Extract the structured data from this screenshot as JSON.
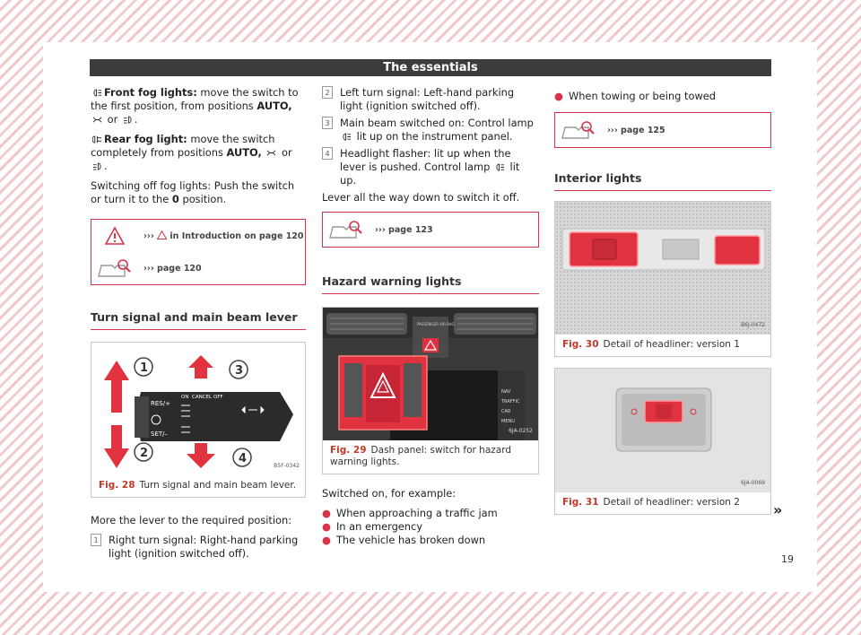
{
  "header": {
    "title": "The essentials"
  },
  "col1": {
    "front_fog_label": "Front fog lights:",
    "front_fog_text_a": " move the switch to the first position, from positions ",
    "front_fog_auto": "AUTO,",
    "front_fog_text_b": " or ",
    "front_fog_text_c": ".",
    "rear_fog_label": "Rear fog light:",
    "rear_fog_text_a": " move the switch completely from positions ",
    "rear_fog_auto": "AUTO,",
    "rear_fog_text_b": " or ",
    "rear_fog_text_c": ".",
    "switch_off_a": "Switching off fog lights: Push the switch or turn it to the ",
    "switch_off_zero": "0",
    "switch_off_b": " position.",
    "warn_ref_a": "›››",
    "warn_ref_b": " in Introduction on page 120",
    "book_ref": "››› page 120",
    "section_title": "Turn signal and main beam lever",
    "fig_num": "Fig. 28",
    "fig_caption": "Turn signal and main beam lever.",
    "fig_code": "B5F-0342",
    "lever_labels": {
      "res": "RES/+",
      "on": "ON",
      "cancel": "CANCEL",
      "off": "OFF",
      "set": "SET/–",
      "one": "1",
      "two": "2",
      "three": "3",
      "four": "4"
    },
    "intro": "More the lever to the required position:",
    "item1_num": "1",
    "item1_text": "Right turn signal: Right-hand parking light (ignition switched off)."
  },
  "col2": {
    "item2_num": "2",
    "item2_text": "Left turn signal: Left-hand parking light (ignition switched off).",
    "item3_num": "3",
    "item3_text_a": "Main beam switched on: Control lamp ",
    "item3_text_b": " lit up on the instrument panel.",
    "item4_num": "4",
    "item4_text_a": "Headlight flasher: lit up when the lever is pushed. Control lamp ",
    "item4_text_b": " lit up.",
    "lever_down": "Lever all the way down to switch it off.",
    "book_ref": "››› page 123",
    "section_title": "Hazard warning lights",
    "fig_num": "Fig. 29",
    "fig_caption": "Dash panel: switch for hazard warn­ing lights.",
    "fig_code": "6JA-0252",
    "dash_labels": {
      "passenger": "PASSENGER AIR BAG",
      "nav": "NAV",
      "traffic": "TRAFFIC",
      "car": "CAR",
      "menu": "MENU"
    },
    "switched_on": "Switched on, for example:",
    "bullets": [
      "When approaching a traffic jam",
      "In an emergency",
      "The vehicle has broken down"
    ]
  },
  "col3": {
    "bullet": "When towing or being towed",
    "book_ref": "››› page 125",
    "section_title": "Interior lights",
    "fig30_num": "Fig. 30",
    "fig30_caption": "Detail of headliner: version 1",
    "fig30_code": "B6J-0472",
    "fig31_num": "Fig. 31",
    "fig31_caption": "Detail of headliner: version 2",
    "fig31_code": "6JA-0069",
    "continue_marker": "»"
  },
  "footer": {
    "page_number": "19"
  },
  "colors": {
    "accent": "#d8334a",
    "header_bg": "#3c3c3c",
    "hatch": "#f2c8cc"
  }
}
